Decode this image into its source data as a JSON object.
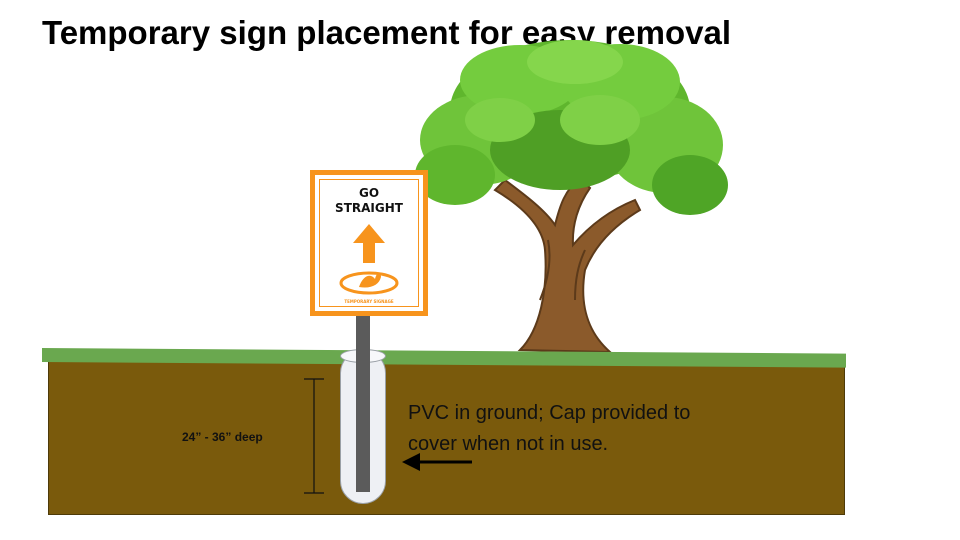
{
  "title": "Temporary sign placement for easy removal",
  "sign": {
    "line1": "GO",
    "line2": "STRAIGHT",
    "footer": "TEMPORARY SIGNAGE"
  },
  "caption": {
    "line1": "PVC in ground; Cap provided to",
    "line2": "cover when not in use."
  },
  "depth_label": "24” - 36” deep",
  "colors": {
    "grass": "#6aa84f",
    "soil": "#7a5a0c",
    "sign_border": "#f7941d",
    "pole": "#5b5b5b"
  },
  "icons": {
    "sign_arrow": "arrow-up-icon",
    "sign_logo": "logo-icon",
    "pointer": "arrow-left-icon",
    "tree": "tree-icon"
  }
}
